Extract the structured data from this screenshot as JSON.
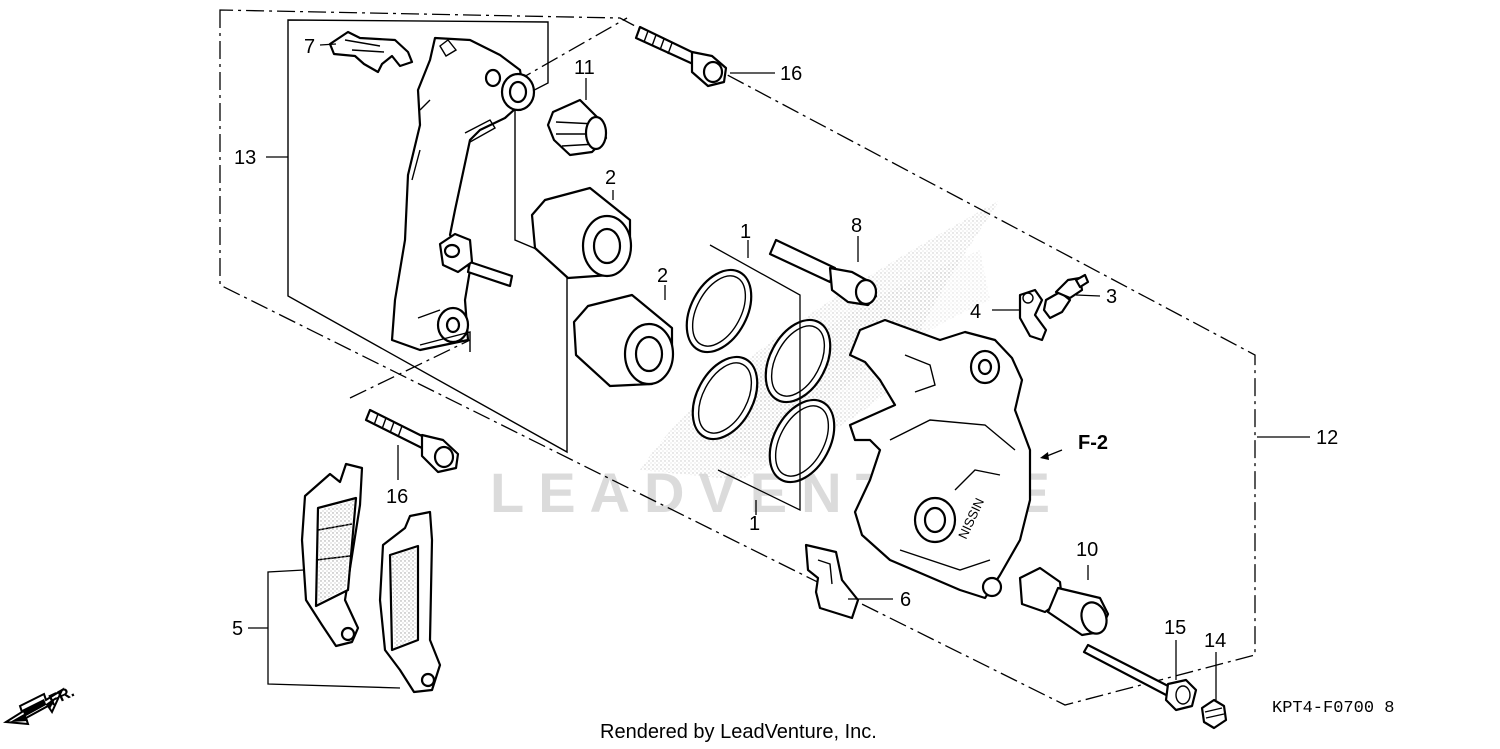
{
  "callouts": {
    "c1a": "1",
    "c1b": "1",
    "c2a": "2",
    "c2b": "2",
    "c3": "3",
    "c4": "4",
    "c5": "5",
    "c6": "6",
    "c7": "7",
    "c8": "8",
    "c10": "10",
    "c11": "11",
    "c12": "12",
    "c13": "13",
    "c14": "14",
    "c15": "15",
    "c16a": "16",
    "c16b": "16"
  },
  "view_marker": "F-2",
  "direction_label": "FR.",
  "watermark": "LEADVENTURE",
  "diagram_code": "KPT4-F0700 8",
  "footer": "Rendered by LeadVenture, Inc.",
  "colors": {
    "line": "#000000",
    "background": "#ffffff",
    "watermark": "#cfcfcf"
  }
}
